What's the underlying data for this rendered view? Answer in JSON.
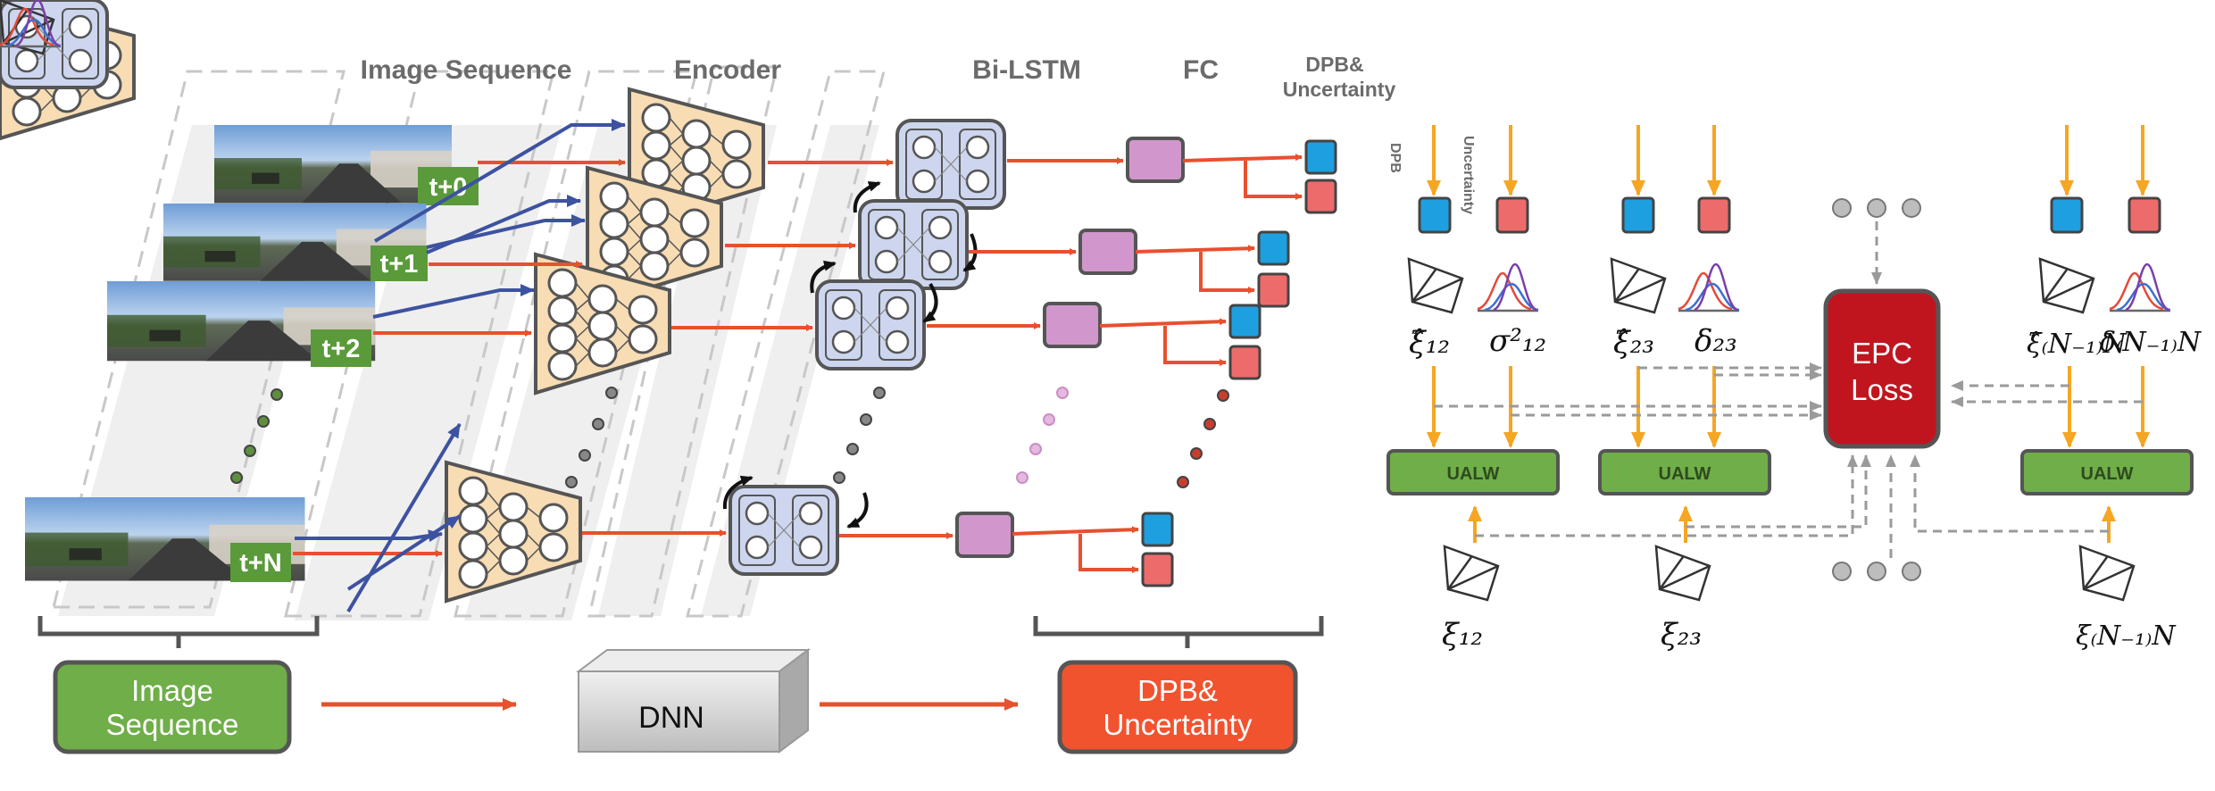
{
  "left_panel": {
    "headers": {
      "image_sequence": "Image Sequence",
      "encoder": "Encoder",
      "bilstm": "Bi-LSTM",
      "fc": "FC",
      "dpb_uncertainty_line1": "DPB&",
      "dpb_uncertainty_line2": "Uncertainty"
    },
    "frame_tags": [
      "t+0",
      "t+1",
      "t+2",
      "t+N"
    ],
    "bottom": {
      "input_line1": "Image",
      "input_line2": "Sequence",
      "dnn": "DNN",
      "output_line1": "DPB&",
      "output_line2": "Uncertainty"
    }
  },
  "right_panel": {
    "dpb_label": "DPB",
    "uncertainty_label": "Uncertainty",
    "epc_line1": "EPC",
    "epc_line2": "Loss",
    "ualw": "UALW",
    "col1": {
      "xi_hat": "ξ̂₁₂",
      "sigma": "σ²₁₂",
      "xi": "ξ₁₂"
    },
    "col2": {
      "xi_hat": "ξ̂₂₃",
      "delta": "δ₂₃",
      "xi": "ξ₂₃"
    },
    "col3": {
      "xi_hat": "ξ̂₍N₋₁₎N",
      "delta": "δ₍N₋₁₎N",
      "xi": "ξ₍N₋₁₎N"
    }
  },
  "colors": {
    "red_arrow": "#e8502e",
    "blue_arrow": "#3d52a0",
    "orange_arrow": "#f5a623",
    "green_box": "#6fae48",
    "epc_red": "#c0151f",
    "dpb_blue": "#1e9fe0",
    "unc_red": "#ee6b6b",
    "fc_purple": "#d197cc",
    "lstm_blue": "#cdd6ee",
    "encoder_peach": "#f7dcb4",
    "output_red": "#f2532f"
  }
}
